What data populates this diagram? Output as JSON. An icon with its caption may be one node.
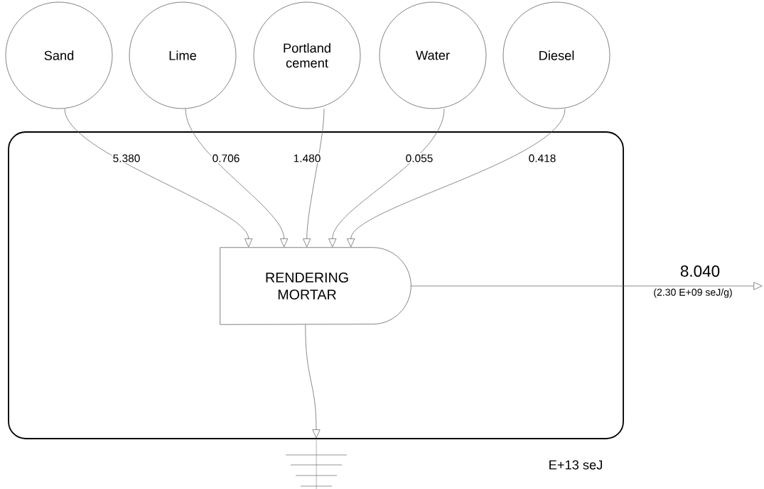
{
  "diagram": {
    "nodes": [
      {
        "text": [
          "Sand"
        ]
      },
      {
        "text": [
          "Lime"
        ]
      },
      {
        "text": [
          "Portland cement"
        ]
      },
      {
        "text": [
          "Water"
        ]
      },
      {
        "text": [
          "Diesel"
        ]
      },
      {
        "text": [],
        "shape": "box"
      },
      {
        "text": [
          "RENDERING MORTAR"
        ],
        "in": 5
      },
      {
        "text": [],
        "shape": "ground"
      }
    ],
    "edges": [
      {
        "from": 0,
        "to": 6,
        "arrow": "to",
        "label": "5.380"
      },
      {
        "from": 1,
        "to": 6,
        "arrow": "to",
        "label": "0.706"
      },
      {
        "from": 2,
        "to": 6,
        "arrow": "to",
        "label": "1.480"
      },
      {
        "from": 3,
        "to": 6,
        "arrow": "to",
        "label": "0.055"
      },
      {
        "from": 4,
        "to": 6,
        "arrow": "to",
        "label": "0.418"
      },
      {
        "from": 6,
        "to": null,
        "arrow": "to",
        "label": "8.040"
      },
      {
        "from": 6,
        "to": 7,
        "arrow": "to"
      }
    ],
    "labels": [
      "(2.30 E+09 seJ/g)",
      "E+13 seJ"
    ]
  }
}
